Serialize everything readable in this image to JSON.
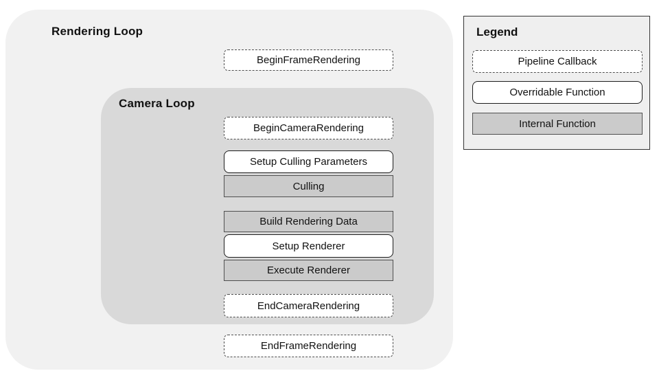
{
  "diagram": {
    "rendering_loop_title": "Rendering Loop",
    "camera_loop_title": "Camera Loop",
    "nodes": [
      {
        "id": "begin-frame-rendering",
        "label": "BeginFrameRendering",
        "type": "pipeline-callback"
      },
      {
        "id": "begin-camera-rendering",
        "label": "BeginCameraRendering",
        "type": "pipeline-callback"
      },
      {
        "id": "setup-culling-parameters",
        "label": "Setup Culling Parameters",
        "type": "overridable-function"
      },
      {
        "id": "culling",
        "label": "Culling",
        "type": "internal-function"
      },
      {
        "id": "build-rendering-data",
        "label": "Build Rendering Data",
        "type": "internal-function"
      },
      {
        "id": "setup-renderer",
        "label": "Setup Renderer",
        "type": "overridable-function"
      },
      {
        "id": "execute-renderer",
        "label": "Execute Renderer",
        "type": "internal-function"
      },
      {
        "id": "end-camera-rendering",
        "label": "EndCameraRendering",
        "type": "pipeline-callback"
      },
      {
        "id": "end-frame-rendering",
        "label": "EndFrameRendering",
        "type": "pipeline-callback"
      }
    ],
    "legend": {
      "title": "Legend",
      "items": [
        {
          "label": "Pipeline Callback",
          "type": "pipeline-callback"
        },
        {
          "label": "Overridable Function",
          "type": "overridable-function"
        },
        {
          "label": "Internal Function",
          "type": "internal-function"
        }
      ]
    },
    "colors": {
      "page_bg": "#ffffff",
      "rendering_loop_bg": "#f1f1f1",
      "camera_loop_bg": "#d9d9d9",
      "legend_bg": "#efefef",
      "box_bg": "#ffffff",
      "internal_box_bg": "#cbcbcb",
      "dashed_border": "#4d4d4d",
      "solid_border": "#1c1c1c",
      "gray_border": "#4f4f4f",
      "legend_border": "#333333",
      "text": "#111111"
    }
  }
}
